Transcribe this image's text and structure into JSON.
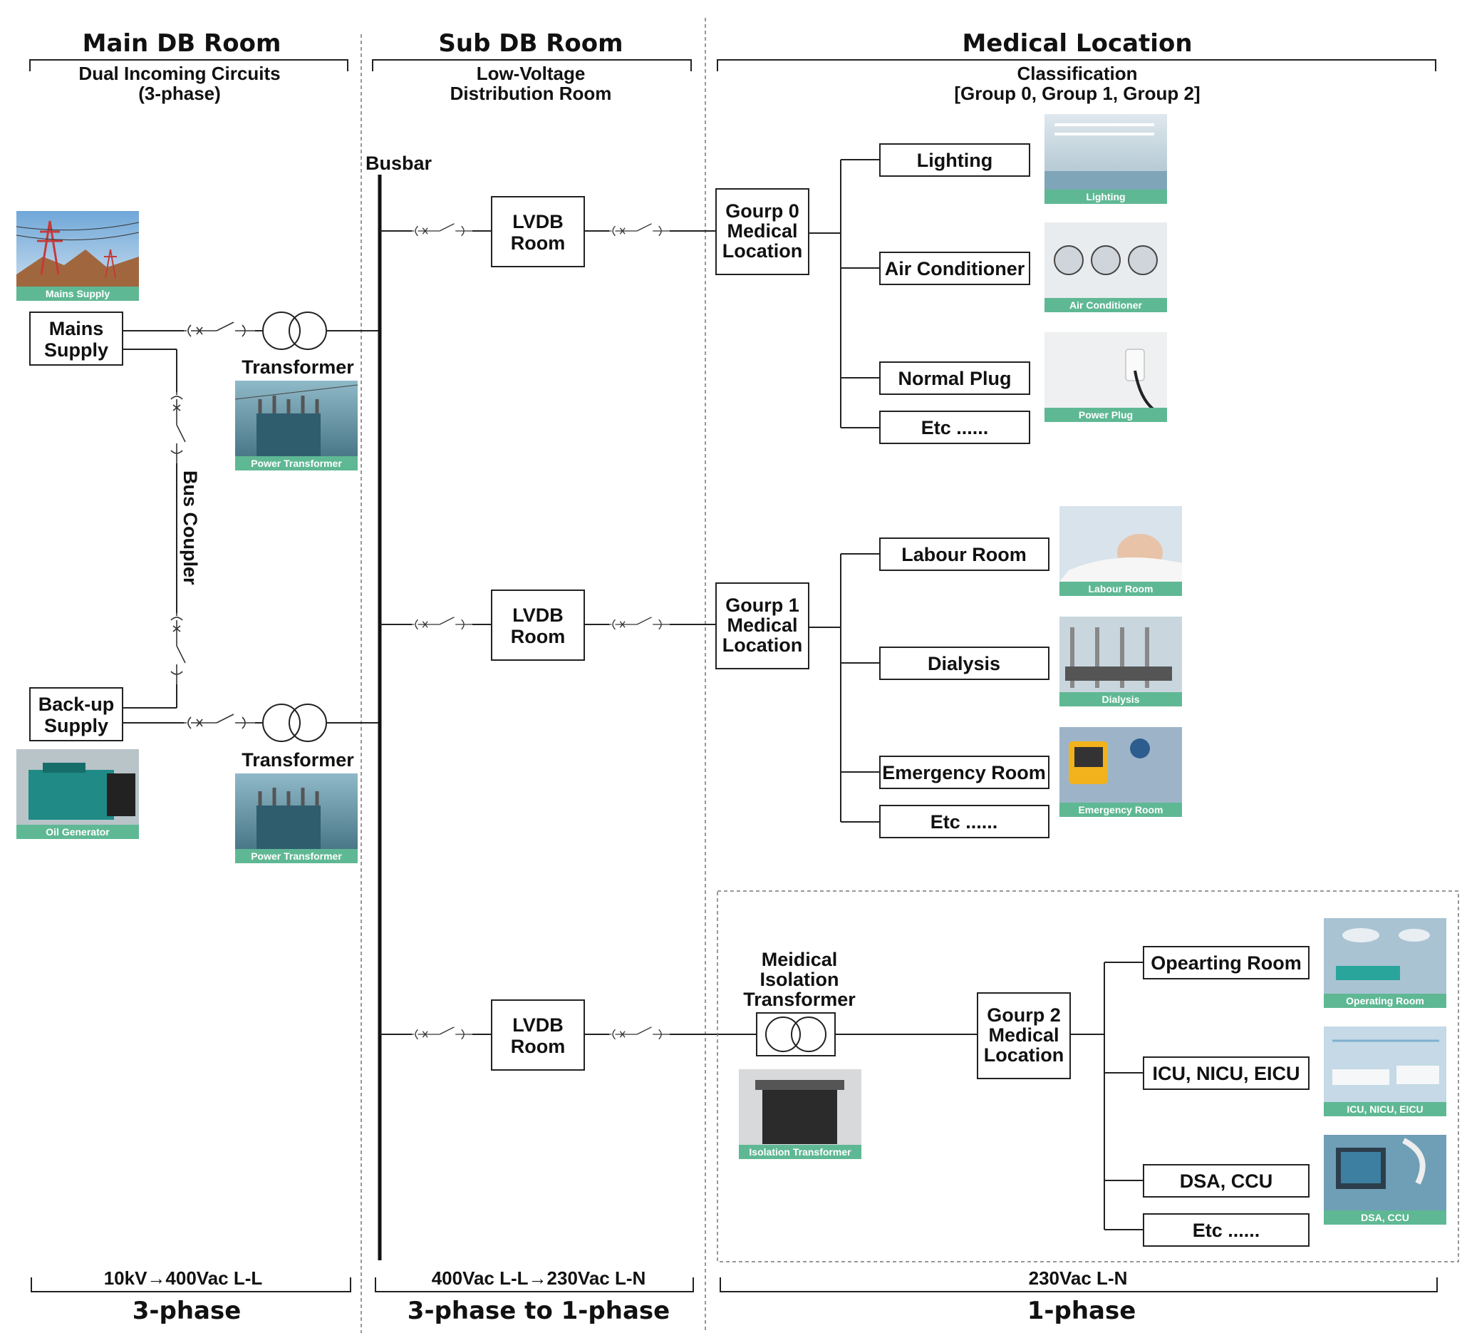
{
  "columns": {
    "main": {
      "title": "Main DB Room",
      "sub1": "Dual Incoming Circuits",
      "sub2": "(3-phase)"
    },
    "sub": {
      "title": "Sub DB Room",
      "sub1": "Low-Voltage",
      "sub2": "Distribution Room"
    },
    "medical": {
      "title": "Medical Location",
      "sub1": "Classification",
      "sub2": "[Group 0, Group 1, Group 2]"
    }
  },
  "sources": {
    "mains": {
      "line1": "Mains",
      "line2": "Supply",
      "photo": "Mains Supply"
    },
    "backup": {
      "line1": "Back-up",
      "line2": "Supply",
      "photo": "Oil Generator"
    },
    "transformer_label": "Transformer",
    "transformer_photo": "Power Transformer",
    "bus_coupler": "Bus Coupler"
  },
  "busbar": "Busbar",
  "lvdb": {
    "line1": "LVDB",
    "line2": "Room"
  },
  "groups": [
    {
      "line1": "Gourp 0",
      "line2": "Medical",
      "line3": "Location",
      "loads": [
        "Lighting",
        "Air Conditioner",
        "Normal Plug",
        "Etc ......"
      ],
      "photos": [
        "Lighting",
        "Air Conditioner",
        "Power Plug"
      ]
    },
    {
      "line1": "Gourp 1",
      "line2": "Medical",
      "line3": "Location",
      "loads": [
        "Labour Room",
        "Dialysis",
        "Emergency Room",
        "Etc ......"
      ],
      "photos": [
        "Labour Room",
        "Dialysis",
        "Emergency Room"
      ]
    },
    {
      "line1": "Gourp 2",
      "line2": "Medical",
      "line3": "Location",
      "loads": [
        "Opearting Room",
        "ICU, NICU, EICU",
        "DSA, CCU",
        "Etc ......"
      ],
      "photos": [
        "Operating Room",
        "ICU, NICU, EICU",
        "DSA, CCU"
      ]
    }
  ],
  "isolation": {
    "line1": "Meidical",
    "line2": "Isolation",
    "line3": "Transformer",
    "photo": "Isolation Transformer"
  },
  "footers": {
    "main": {
      "voltage": "10kV→400Vac L-L",
      "phase": "3-phase"
    },
    "sub": {
      "voltage": "400Vac L-L→230Vac L-N",
      "phase": "3-phase to 1-phase"
    },
    "medical": {
      "voltage": "230Vac L-N",
      "phase": "1-phase"
    }
  },
  "colors": {
    "caption_bar": "#5fb894",
    "line": "#222222"
  }
}
